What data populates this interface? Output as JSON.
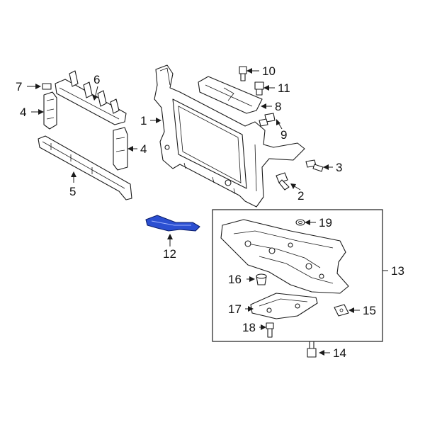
{
  "diagram": {
    "highlight_color": "#2b4fd1",
    "callouts": [
      {
        "id": "c1",
        "number": "1"
      },
      {
        "id": "c2",
        "number": "2"
      },
      {
        "id": "c3",
        "number": "3"
      },
      {
        "id": "c4a",
        "number": "4"
      },
      {
        "id": "c4b",
        "number": "4"
      },
      {
        "id": "c5",
        "number": "5"
      },
      {
        "id": "c6",
        "number": "6"
      },
      {
        "id": "c7",
        "number": "7"
      },
      {
        "id": "c8",
        "number": "8"
      },
      {
        "id": "c9",
        "number": "9"
      },
      {
        "id": "c10",
        "number": "10"
      },
      {
        "id": "c11",
        "number": "11"
      },
      {
        "id": "c12",
        "number": "12"
      },
      {
        "id": "c13",
        "number": "13"
      },
      {
        "id": "c14",
        "number": "14"
      },
      {
        "id": "c15",
        "number": "15"
      },
      {
        "id": "c16",
        "number": "16"
      },
      {
        "id": "c17",
        "number": "17"
      },
      {
        "id": "c18",
        "number": "18"
      },
      {
        "id": "c19",
        "number": "19"
      }
    ]
  }
}
